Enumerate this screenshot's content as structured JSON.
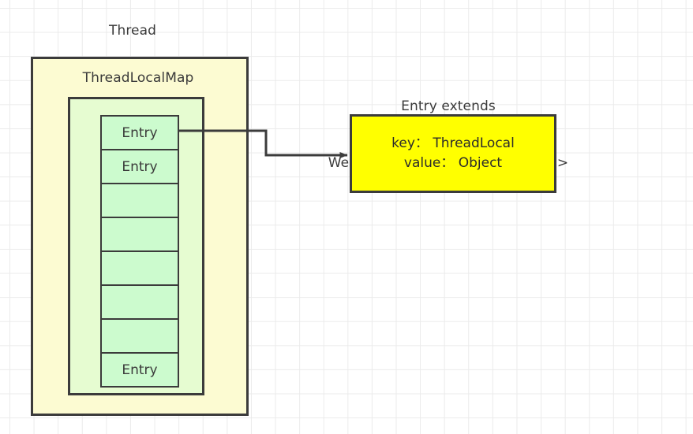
{
  "diagram": {
    "title_thread": "Thread",
    "title_map": "ThreadLocalMap",
    "entry_class_line1": "Entry extends",
    "entry_class_line2": "WeakReference<ThreadLocal<?>>",
    "entry_table": {
      "cells": [
        {
          "label": "Entry"
        },
        {
          "label": "Entry"
        },
        {
          "label": ""
        },
        {
          "label": ""
        },
        {
          "label": ""
        },
        {
          "label": ""
        },
        {
          "label": ""
        },
        {
          "label": "Entry"
        }
      ]
    },
    "entry_object": {
      "key_line": "key： ThreadLocal",
      "value_line": "value： Object"
    },
    "colors": {
      "thread_fill": "#fcfbd2",
      "map_fill": "#e6fcd1",
      "entry_cell_fill": "#ccfbce",
      "entry_object_fill": "#ffff00",
      "stroke": "#3b3b3b",
      "grid_line": "#ebebeb",
      "background": "#ffffff"
    }
  }
}
